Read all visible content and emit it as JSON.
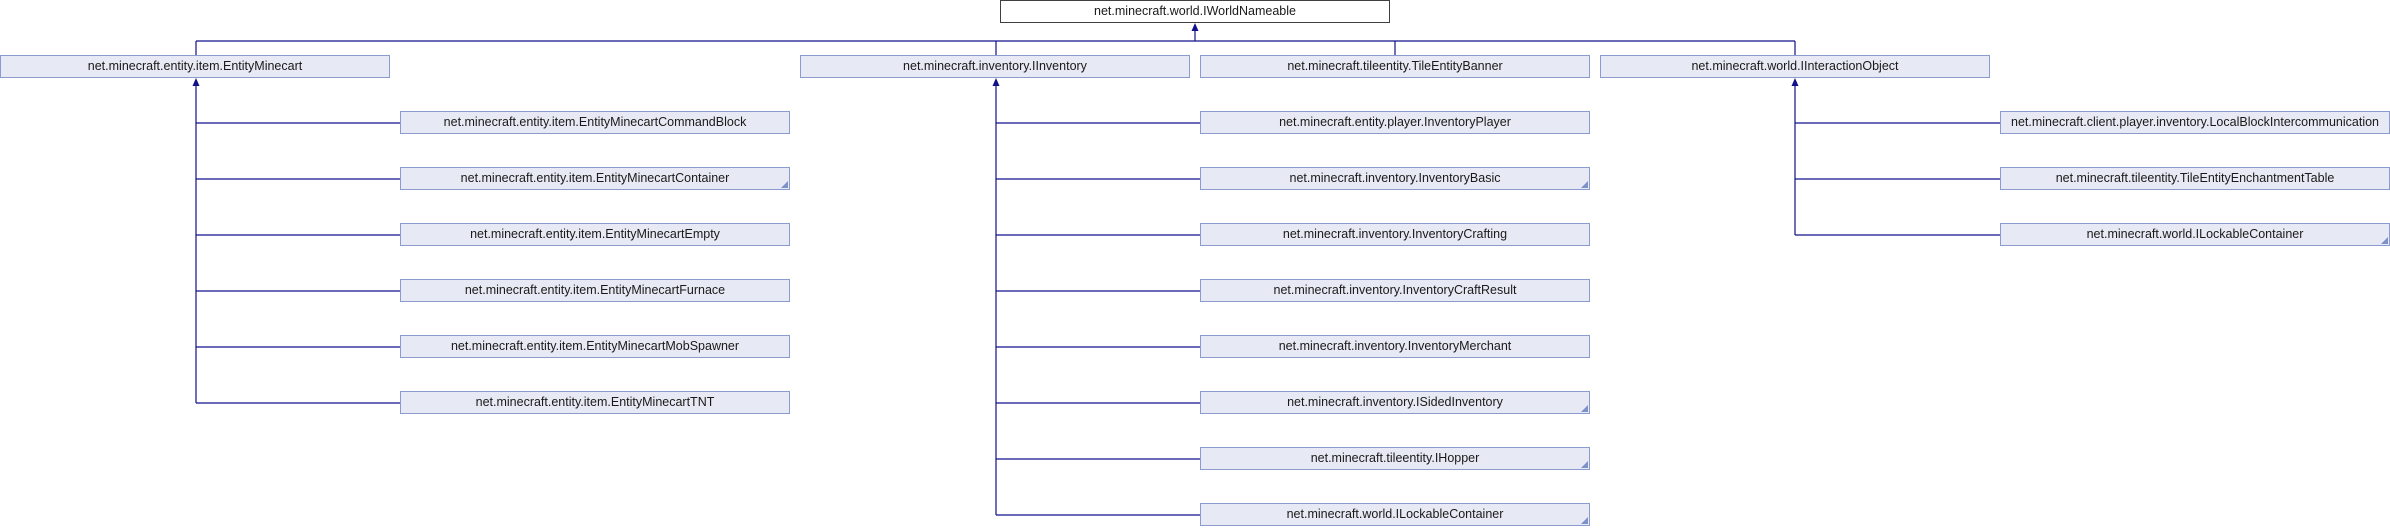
{
  "colors": {
    "edge": "#10108a",
    "node_fill": "#e7eaf4",
    "node_border": "#8b9bcd",
    "root_border": "#404040"
  },
  "diagram": {
    "root": {
      "label": "net.minecraft.world.IWorldNameable"
    },
    "columns": [
      {
        "label": "net.minecraft.entity.item.EntityMinecart",
        "children": [
          {
            "label": "net.minecraft.entity.item.EntityMinecartCommandBlock",
            "more": false
          },
          {
            "label": "net.minecraft.entity.item.EntityMinecartContainer",
            "more": true
          },
          {
            "label": "net.minecraft.entity.item.EntityMinecartEmpty",
            "more": false
          },
          {
            "label": "net.minecraft.entity.item.EntityMinecartFurnace",
            "more": false
          },
          {
            "label": "net.minecraft.entity.item.EntityMinecartMobSpawner",
            "more": false
          },
          {
            "label": "net.minecraft.entity.item.EntityMinecartTNT",
            "more": false
          }
        ]
      },
      {
        "label": "net.minecraft.inventory.IInventory",
        "children": [
          {
            "label": "net.minecraft.entity.player.InventoryPlayer",
            "more": false
          },
          {
            "label": "net.minecraft.inventory.InventoryBasic",
            "more": true
          },
          {
            "label": "net.minecraft.inventory.InventoryCrafting",
            "more": false
          },
          {
            "label": "net.minecraft.inventory.InventoryCraftResult",
            "more": false
          },
          {
            "label": "net.minecraft.inventory.InventoryMerchant",
            "more": false
          },
          {
            "label": "net.minecraft.inventory.ISidedInventory",
            "more": true
          },
          {
            "label": "net.minecraft.tileentity.IHopper",
            "more": true
          },
          {
            "label": "net.minecraft.world.ILockableContainer",
            "more": true
          }
        ]
      },
      {
        "label": "net.minecraft.tileentity.TileEntityBanner",
        "children": []
      },
      {
        "label": "net.minecraft.world.IInteractionObject",
        "children": [
          {
            "label": "net.minecraft.client.player.inventory.LocalBlockIntercommunication",
            "more": false
          },
          {
            "label": "net.minecraft.tileentity.TileEntityEnchantmentTable",
            "more": false
          },
          {
            "label": "net.minecraft.world.ILockableContainer",
            "more": true
          }
        ]
      }
    ]
  }
}
